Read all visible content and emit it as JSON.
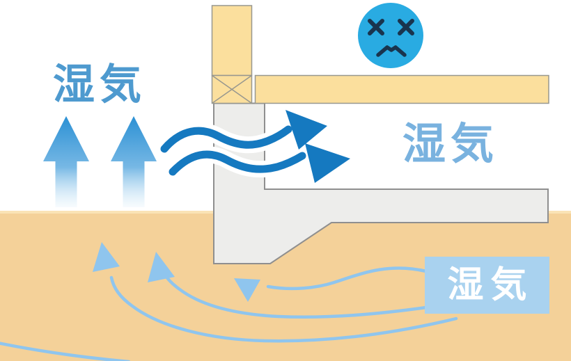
{
  "title": "moisture-under-floor-foundation-diagram",
  "labels": {
    "moisture_top_left": "湿気",
    "moisture_crawlspace": "湿気",
    "moisture_underground": "湿気"
  },
  "icons": {
    "sad_face": "sad-face-x-eyes-icon",
    "rising_arrows": "up-arrow-icon",
    "flow_arrows": "wavy-right-arrow-icon",
    "ground_arrows": "curved-arrow-icon"
  },
  "colors": {
    "wood": "#FBDF9D",
    "wood_outline": "#97978F",
    "ground": "#F4D199",
    "ground_top_edge": "#FAE3B6",
    "concrete": "#EDEDEB",
    "concrete_outline": "#8F8F8F",
    "face_blue": "#29ABE2",
    "face_features": "#19344E",
    "flow_arrow_blue": "#1579C0",
    "rising_arrow_blue": "#2B90D4",
    "ground_arrow_blue": "#8FC5EE",
    "label_text_left": "#4E9ACF",
    "label_text_right": "#79B2DF",
    "label_box_bg": "#A9D2EF",
    "label_box_text": "#FFFFFF"
  }
}
